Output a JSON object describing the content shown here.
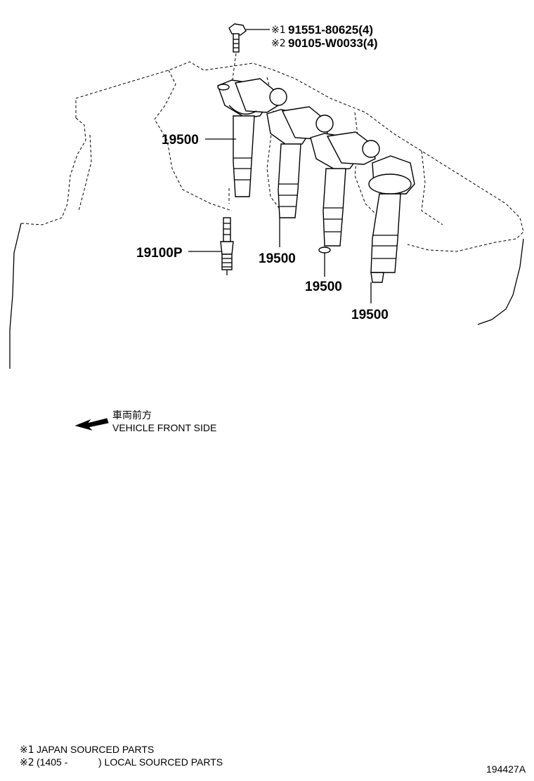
{
  "bolt_callout": {
    "line1": {
      "mark": "※1",
      "part": "91551-80625(4)"
    },
    "line2": {
      "mark": "※2",
      "part": "90105-W0033(4)"
    }
  },
  "callouts": {
    "coil_1": "19500",
    "coil_2": "19500",
    "coil_3": "19500",
    "coil_4": "19500",
    "spark_plug": "19100P"
  },
  "direction": {
    "japanese": "車両前方",
    "english": "VEHICLE FRONT SIDE"
  },
  "footnotes": {
    "note1": {
      "mark": "※1",
      "text": "JAPAN SOURCED PARTS"
    },
    "note2": {
      "mark": "※2",
      "range": "(1405 -",
      "text": ") LOCAL SOURCED PARTS"
    }
  },
  "figure_id": "194427A"
}
